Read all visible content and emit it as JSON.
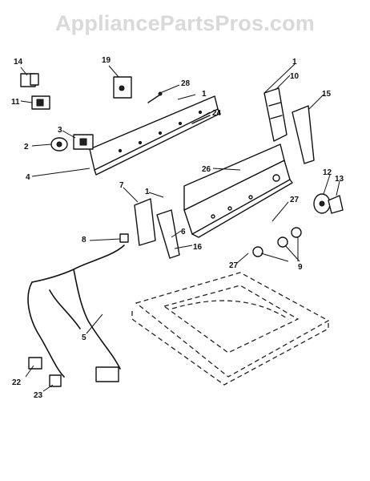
{
  "watermark": "AppliancePartsPros.com",
  "callouts": {
    "c1a": "1",
    "c1b": "1",
    "c1c": "1",
    "c2": "2",
    "c3": "3",
    "c4": "4",
    "c5": "5",
    "c6": "6",
    "c7": "7",
    "c8": "8",
    "c9": "9",
    "c10": "10",
    "c11": "11",
    "c12": "12",
    "c13": "13",
    "c14": "14",
    "c15": "15",
    "c16": "16",
    "c19": "19",
    "c22": "22",
    "c23": "23",
    "c24": "24",
    "c26": "26",
    "c27a": "27",
    "c27b": "27",
    "c28": "28"
  }
}
